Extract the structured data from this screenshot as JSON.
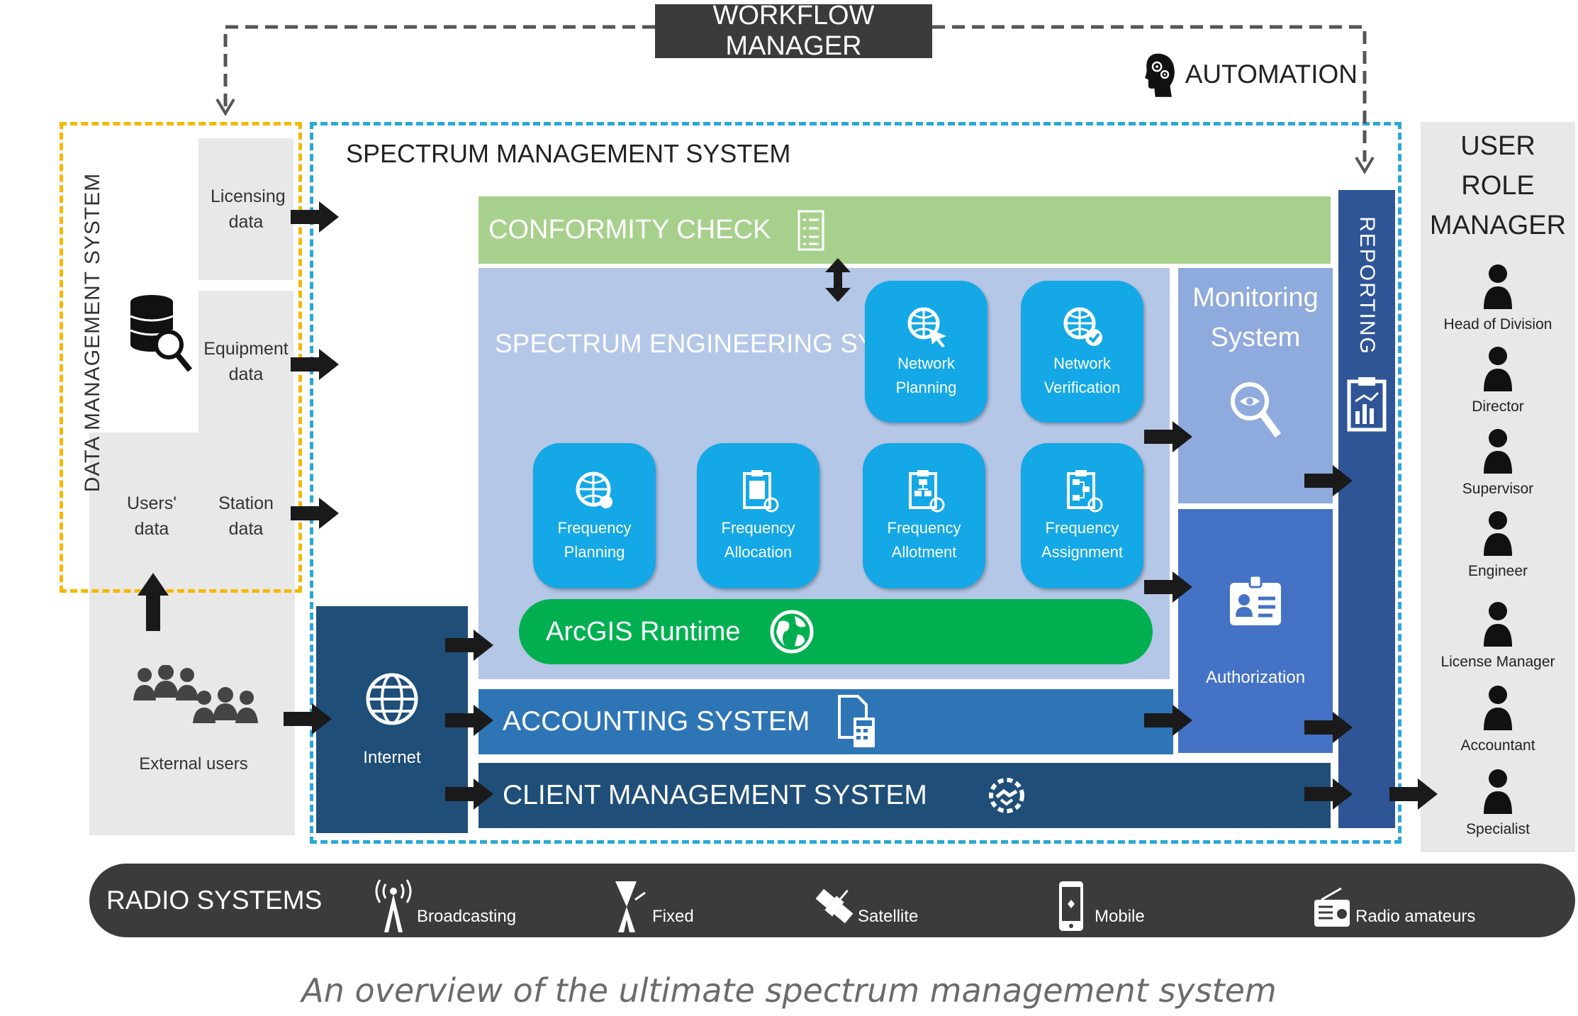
{
  "workflow_manager": "WORKFLOW MANAGER",
  "automation": "AUTOMATION",
  "data_management": {
    "title": "DATA MANAGEMENT SYSTEM",
    "licensing": "Licensing data",
    "equipment": "Equipment data",
    "station": "Station data",
    "users": "Users' data"
  },
  "external_users": "External users",
  "sms_title": "SPECTRUM MANAGEMENT SYSTEM",
  "conformity": "CONFORMITY CHECK",
  "ses_title": "SPECTRUM ENGINEERING SYSTEM",
  "tiles": {
    "network_planning": "Network Planning",
    "network_verification": "Network Verification",
    "frequency_planning": "Frequency Planning",
    "frequency_allocation": "Frequency Allocation",
    "frequency_allotment": "Frequency Allotment",
    "frequency_assignment": "Frequency Assignment"
  },
  "arcgis": "ArcGIS Runtime",
  "accounting": "ACCOUNTING SYSTEM",
  "client_mgmt": "CLIENT MANAGEMENT SYSTEM",
  "internet": "Internet",
  "monitoring": {
    "line1": "Monitoring",
    "line2": "System"
  },
  "authorization": "Authorization",
  "reporting": "REPORTING",
  "urm": {
    "line1": "USER",
    "line2": "ROLE",
    "line3": "MANAGER",
    "roles": [
      "Head of Division",
      "Director",
      "Supervisor",
      "Engineer",
      "License Manager",
      "Accountant",
      "Specialist"
    ]
  },
  "radio": {
    "title": "RADIO SYSTEMS",
    "items": [
      "Broadcasting",
      "Fixed",
      "Satellite",
      "Mobile",
      "Radio amateurs"
    ]
  },
  "caption": "An overview of the ultimate spectrum management system",
  "colors": {
    "conformity": "#a8d08d",
    "ses": "#b4c7e7",
    "tile": "#14a8e6",
    "arcgis": "#00b050",
    "accounting": "#2e75b6",
    "client": "#1f4e79",
    "monitoring": "#8faadc",
    "authorization": "#4472c4",
    "reporting": "#2f5597",
    "dms_border": "#f5b800",
    "sms_border": "#2aa7d8",
    "dark": "#3b3b3b"
  }
}
